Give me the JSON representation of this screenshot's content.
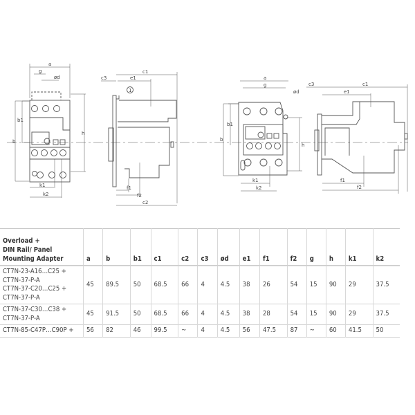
{
  "drawings": {
    "left_front_labels": [
      "a",
      "g",
      "ød",
      "b",
      "b1",
      "h",
      "k1",
      "k2"
    ],
    "left_side_labels": [
      "c1",
      "c3",
      "e1",
      "1",
      "f1",
      "f2",
      "c2"
    ],
    "right_front_labels": [
      "a",
      "g",
      "ød",
      "b",
      "b1",
      "h",
      "k1",
      "k2"
    ],
    "right_side_labels": [
      "c3",
      "c1",
      "e1",
      "f1",
      "f2"
    ]
  },
  "table": {
    "headers": [
      "Overload +\nDIN Rail/ Panel\nMounting Adapter",
      "a",
      "b",
      "b1",
      "c1",
      "c2",
      "c3",
      "ød",
      "e1",
      "f1",
      "f2",
      "g",
      "h",
      "k1",
      "k2"
    ],
    "rows": [
      [
        "CT7N-23-A16…C25 +\nCT7N-37-P-A\nCT7N-37-C20…C25 +\nCT7N-37-P-A",
        "45",
        "89.5",
        "50",
        "68.5",
        "66",
        "4",
        "4.5",
        "38",
        "26",
        "54",
        "15",
        "90",
        "29",
        "37.5"
      ],
      [
        "CT7N-37-C30…C38 +\nCT7N-37-P-A",
        "45",
        "91.5",
        "50",
        "68.5",
        "66",
        "4",
        "4.5",
        "38",
        "28",
        "54",
        "15",
        "90",
        "29",
        "37.5"
      ],
      [
        "CT7N-85-C47P…C90P +",
        "56",
        "82",
        "46",
        "99.5",
        "~",
        "4",
        "4.5",
        "56",
        "47.5",
        "87",
        "~",
        "60",
        "41.5",
        "50"
      ]
    ]
  }
}
